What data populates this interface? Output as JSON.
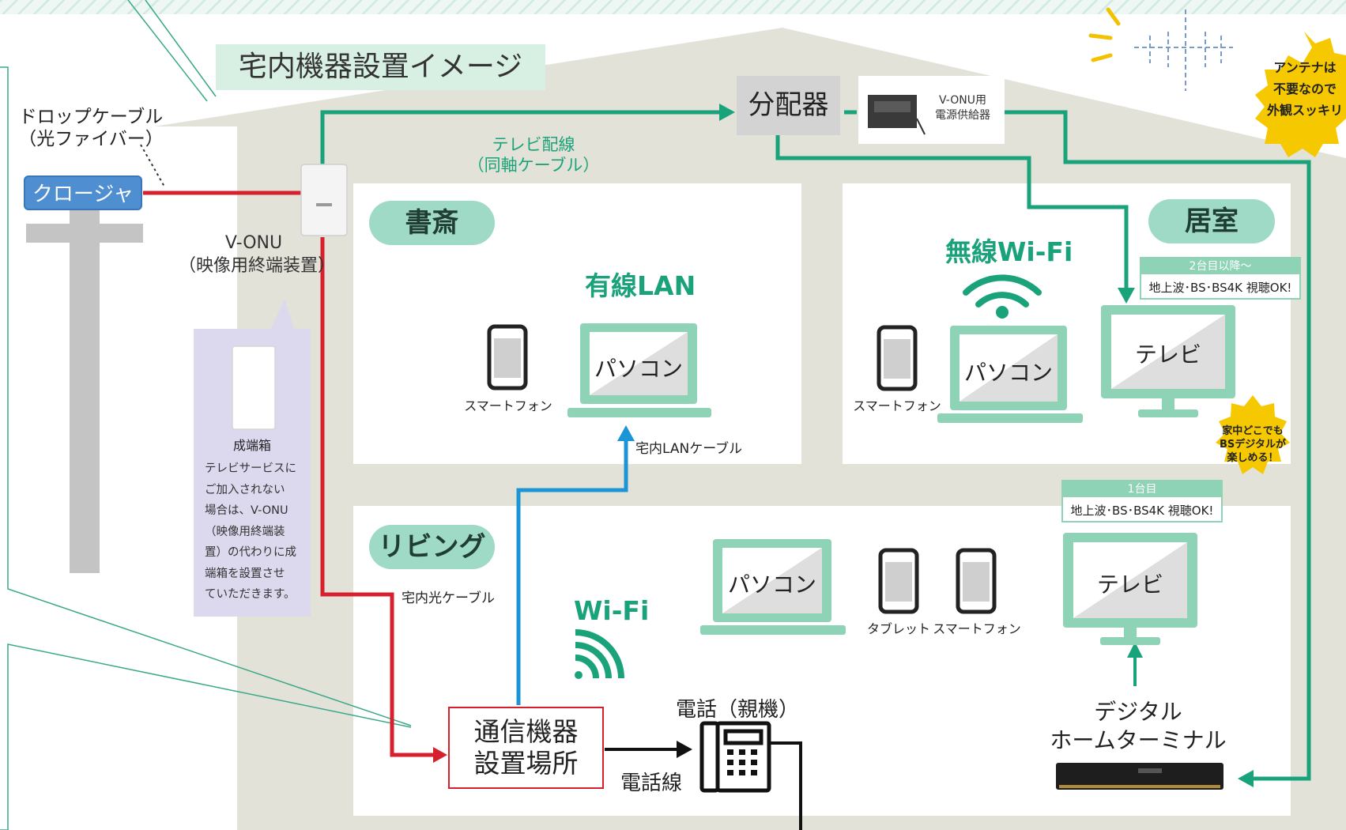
{
  "title": "宅内機器設置イメージ",
  "outside": {
    "drop_cable": [
      "ドロップケーブル",
      "（光ファイバー）"
    ],
    "closure": "クロージャ",
    "vonu": [
      "V-ONU",
      "（映像用終端装置）"
    ]
  },
  "callout": {
    "device": "成端箱",
    "lines": [
      "テレビサービスに",
      "ご加入されない",
      "場合は、V-ONU",
      "（映像用終端装",
      "置）の代わりに成",
      "端箱を設置させ",
      "ていただきます。"
    ]
  },
  "top": {
    "splitter": "分配器",
    "power_supply": [
      "V-ONU用",
      "電源供給器"
    ],
    "tv_wiring": [
      "テレビ配線",
      "（同軸ケーブル）"
    ],
    "antenna_note": [
      "アンテナは",
      "不要なので",
      "外観スッキリ"
    ]
  },
  "rooms": {
    "study": {
      "label": "書斎",
      "network": "有線LAN",
      "smartphone": "スマートフォン",
      "pc": "パソコン",
      "lan_cable": "宅内LANケーブル"
    },
    "bedroom": {
      "label": "居室",
      "network": "無線Wi-Fi",
      "smartphone": "スマートフォン",
      "pc": "パソコン",
      "tv": "テレビ",
      "tv_note_head": "2台目以降〜",
      "tv_note_body": "地上波･BS･BS4K 視聴OK!",
      "bs_note": [
        "家中どこでも",
        "BSデジタルが",
        "楽しめる！"
      ]
    },
    "living": {
      "label": "リビング",
      "network": "Wi-Fi",
      "pc": "パソコン",
      "tablet": "タブレット",
      "smartphone": "スマートフォン",
      "tv": "テレビ",
      "tv_note_head": "1台目",
      "tv_note_body": "地上波･BS･BS4K 視聴OK!",
      "home_terminal": [
        "デジタル",
        "ホームターミナル"
      ],
      "optical_cable": "宅内光ケーブル",
      "comm_place": [
        "通信機器",
        "設置場所"
      ],
      "phone": "電話（親機）",
      "phone_line": "電話線"
    }
  },
  "colors": {
    "fiber": "#d6202e",
    "coax": "#1aa37a",
    "lan": "#1b95d6",
    "device": "#8fd3b7",
    "house": "#e3e2d9",
    "callout": "#dcd8ee"
  }
}
